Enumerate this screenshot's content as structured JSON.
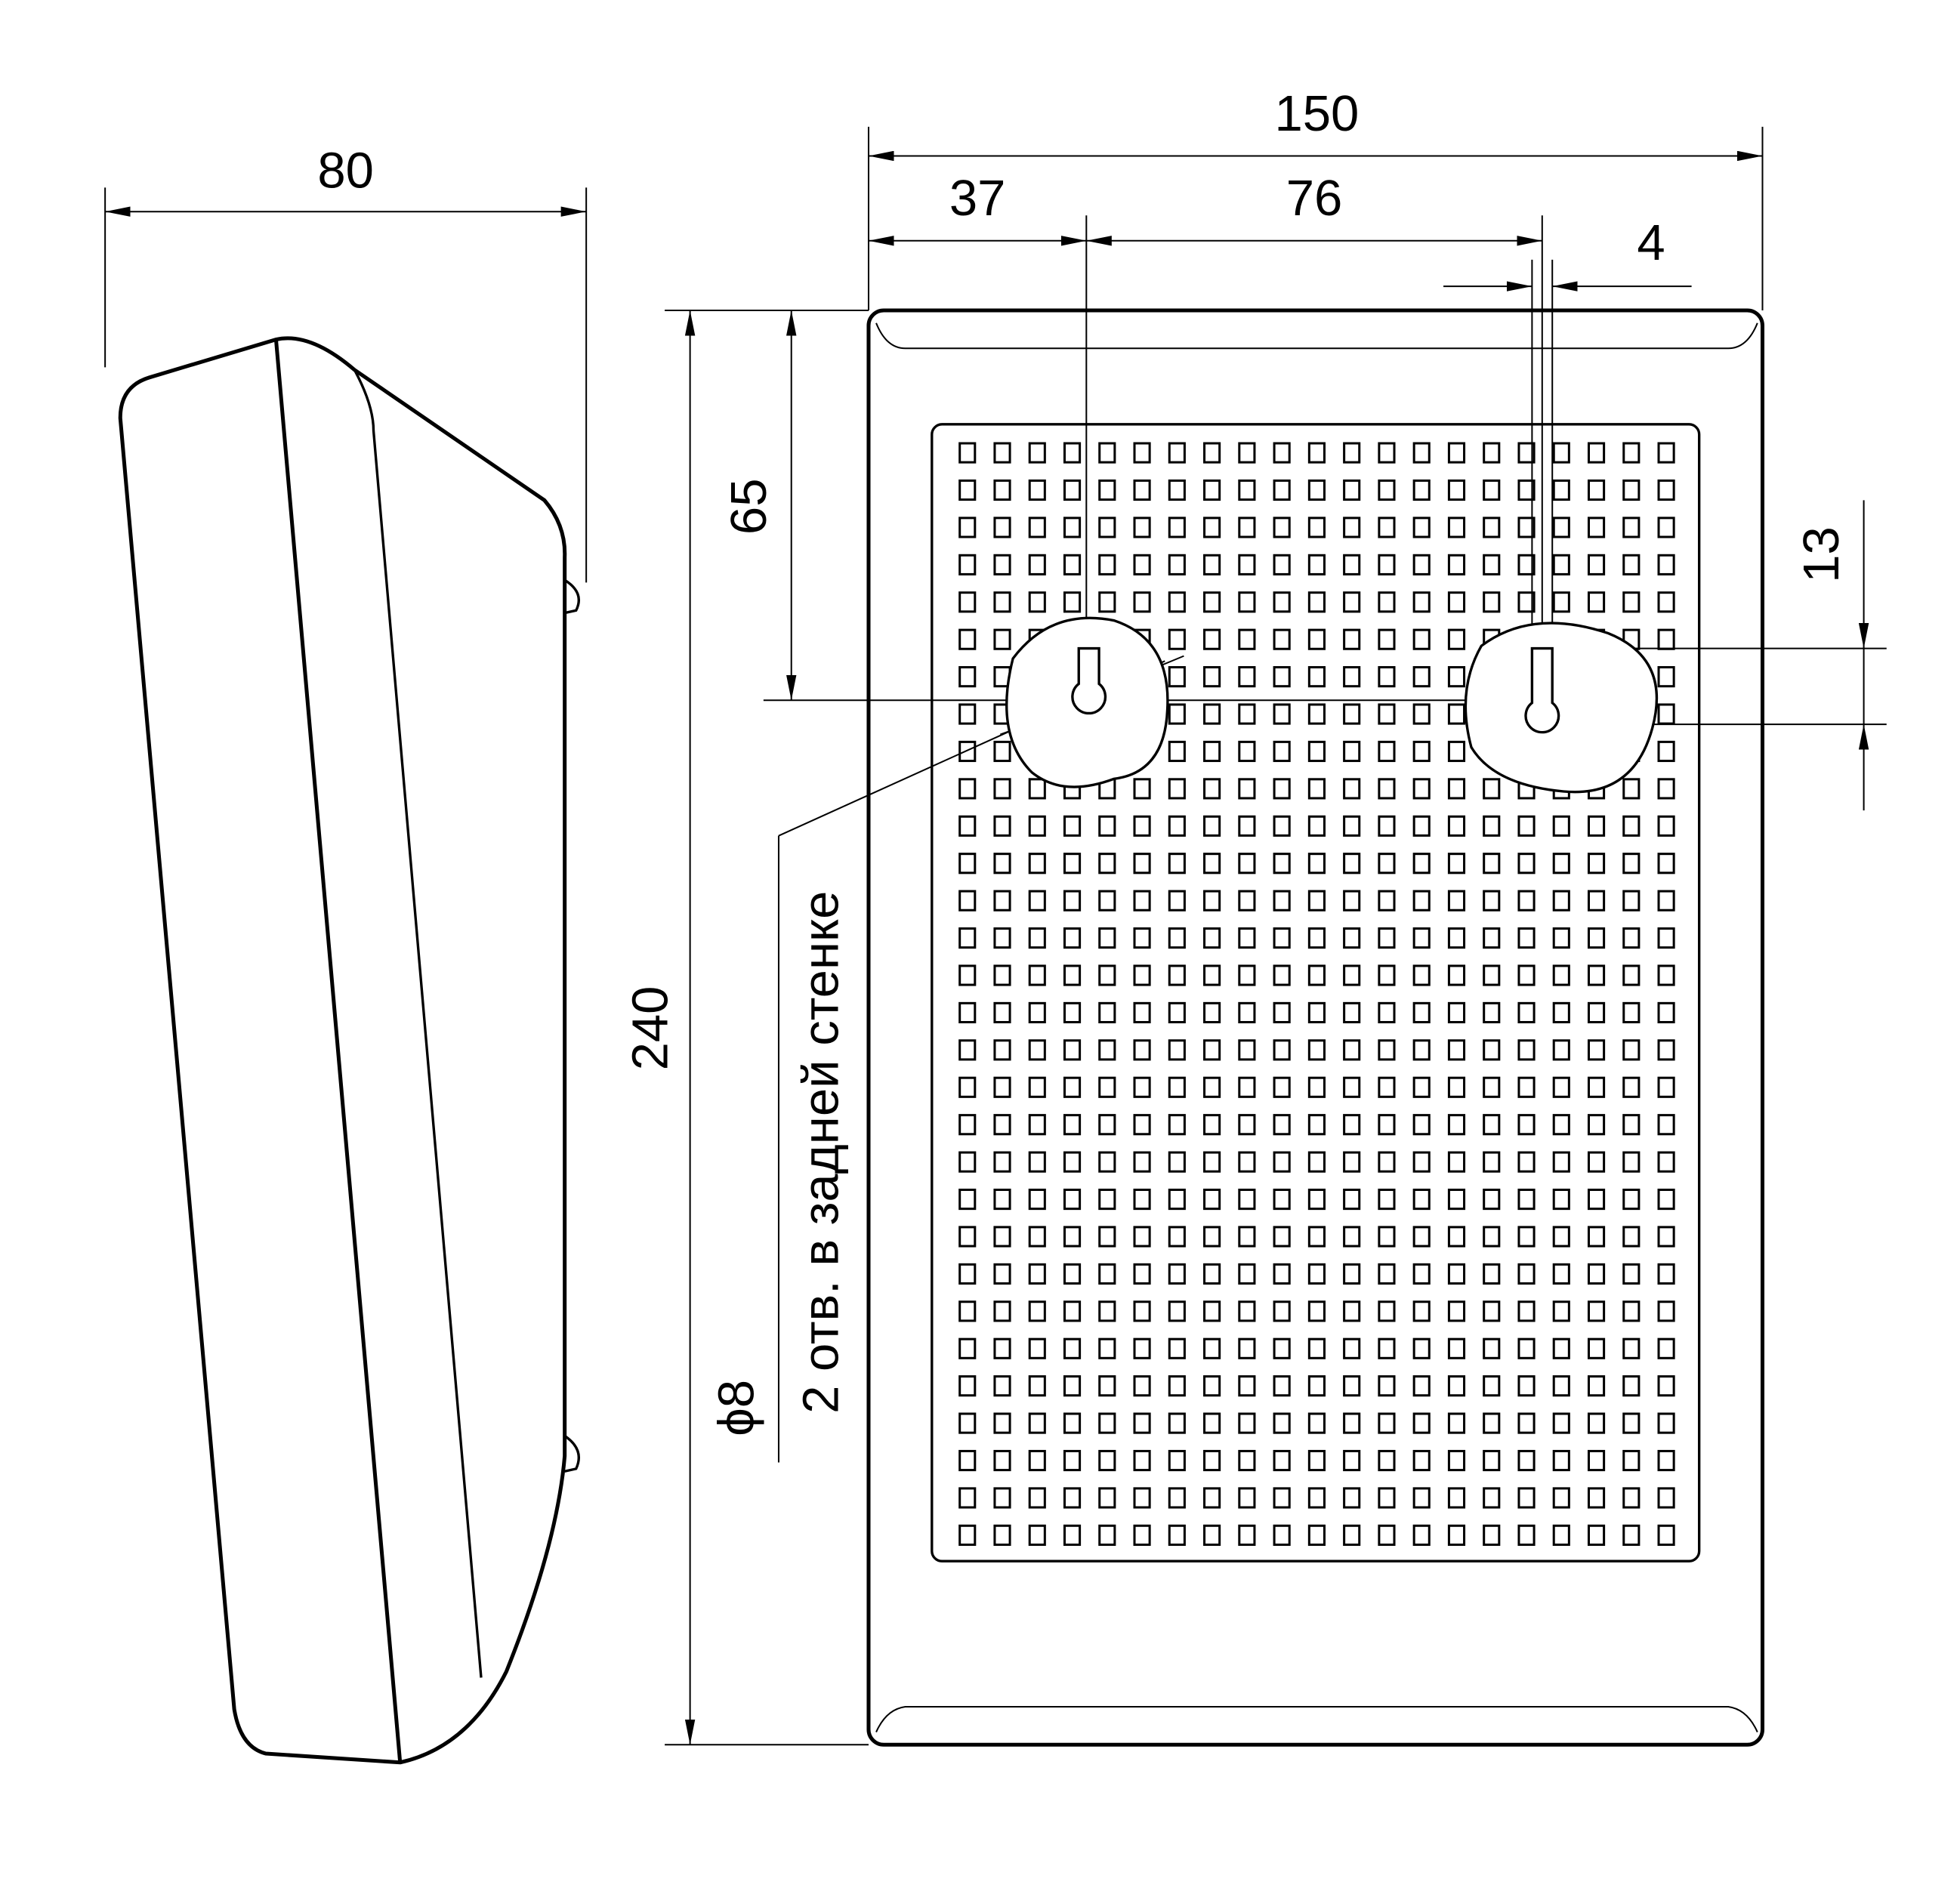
{
  "colors": {
    "line": "#000000",
    "background": "#ffffff"
  },
  "side_view": {
    "width_label": "80"
  },
  "front_view": {
    "width_label": "150",
    "left_offset_label": "37",
    "hole_spacing_label": "76",
    "slot_width_label": "4",
    "top_offset_label": "65",
    "slot_length_label": "13",
    "height_label": "240",
    "hole_diameter_label": "ϕ8",
    "hole_note": "2 отв. в задней стенке",
    "grille": {
      "columns": 21,
      "rows": 30
    }
  }
}
